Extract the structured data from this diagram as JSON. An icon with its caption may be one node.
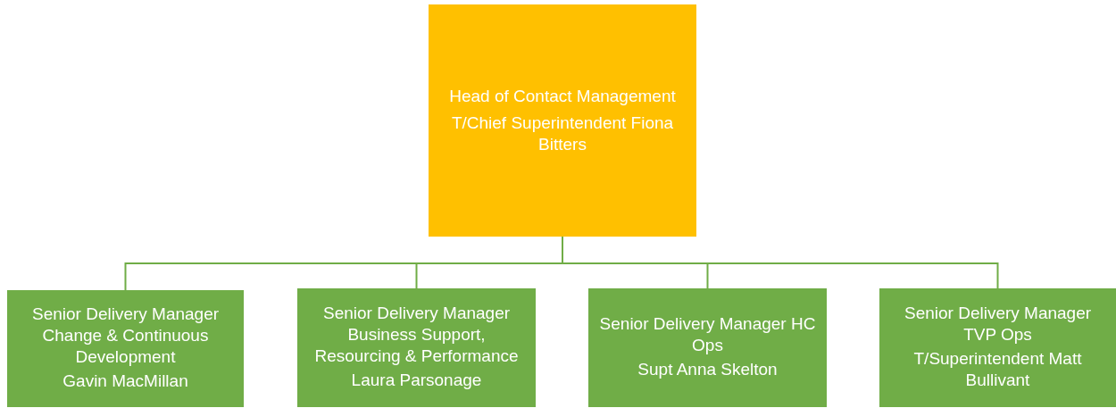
{
  "diagram": {
    "nodes": [
      {
        "text": [
          "Head of Contact Management",
          "T/Chief Superintendent Fiona Bitters"
        ]
      },
      {
        "text": [
          "Senior Delivery Manager Change & Continuous Development",
          "Gavin MacMillan"
        ]
      },
      {
        "text": [
          "Senior Delivery Manager Business Support, Resourcing & Performance",
          "Laura Parsonage"
        ]
      },
      {
        "text": [
          "Senior Delivery Manager HC Ops",
          "Supt Anna Skelton"
        ]
      },
      {
        "text": [
          "Senior Delivery Manager TVP Ops",
          "T/Superintendent Matt Bullivant"
        ]
      }
    ],
    "edges": [
      {
        "from": 0,
        "to": 1,
        "arrow": "none"
      },
      {
        "from": 0,
        "to": 2,
        "arrow": "none"
      },
      {
        "from": 0,
        "to": 3,
        "arrow": "none"
      },
      {
        "from": 0,
        "to": 4,
        "arrow": "none"
      }
    ]
  }
}
